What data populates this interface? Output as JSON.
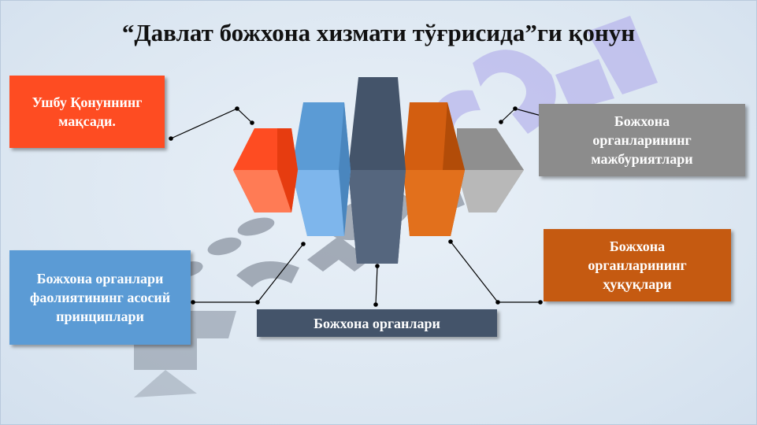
{
  "title": "“Давлат божхона хизмати тўғрисида”ги қонун",
  "boxes": {
    "purpose": {
      "text": "Ушбу Қонуннинг мақсади.",
      "color": "#fe4c22"
    },
    "obligations": {
      "text": "Божхона органларининг мажбуриятлари",
      "color": "#8c8c8c"
    },
    "principles": {
      "text": "Божхона органлари фаолиятининг асосий принциплари",
      "color": "#5b9bd5"
    },
    "organs": {
      "text": "Божхона органлари",
      "color": "#44546a"
    },
    "rights": {
      "text": "Божхона органларининг ҳуқуқлари",
      "color": "#c55a11"
    }
  },
  "watermark": {
    "text": "muallif.uz",
    "color": "#5a6473"
  }
}
